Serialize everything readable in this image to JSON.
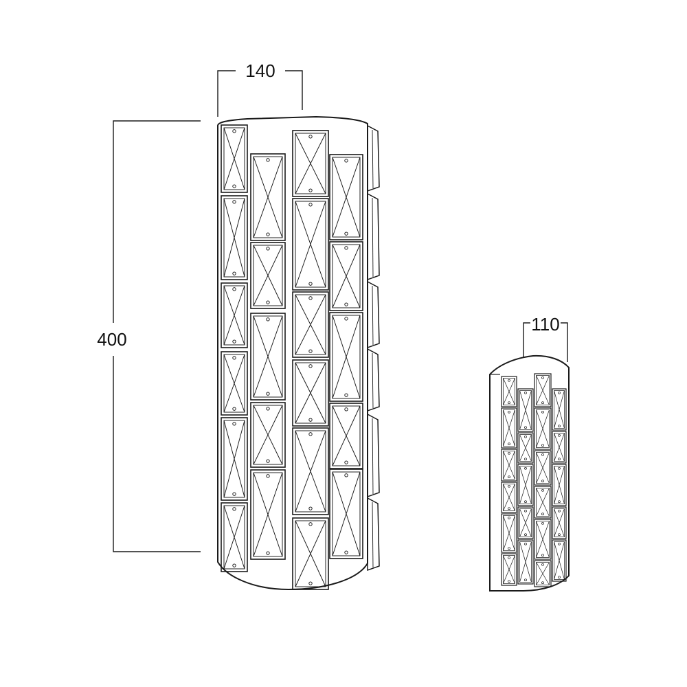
{
  "diagram": {
    "large_fixture": {
      "width_label": "140",
      "height_label": "400"
    },
    "small_fixture": {
      "width_label": "110"
    }
  },
  "colors": {
    "line": "#1a1a1a",
    "background": "#ffffff",
    "text": "#111111"
  }
}
